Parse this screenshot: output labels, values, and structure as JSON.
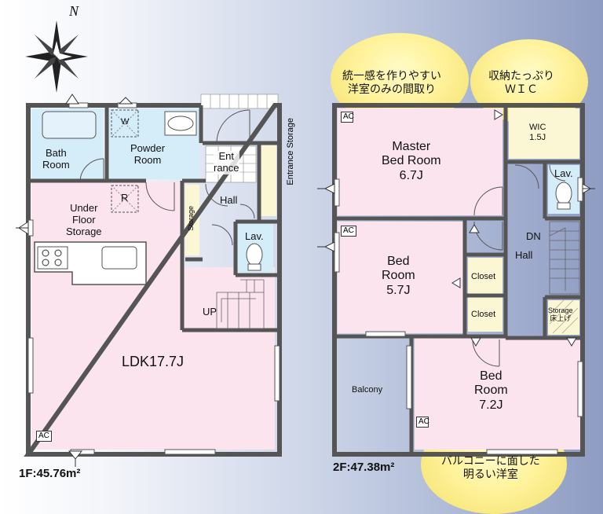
{
  "compass": {
    "label": "N"
  },
  "floor1": {
    "area_label": "1F:45.76m²",
    "rooms": {
      "bath": "Bath\nRoom",
      "powder": "Powder\nRoom",
      "washer_mark": "W",
      "entrance": "Ent\nrance",
      "entrance_storage": "Entrance Storage",
      "hall": "Hall",
      "storage": "Storage",
      "lav": "Lav.",
      "under_floor": "Under\nFloor\nStorage",
      "fridge_mark": "R",
      "ldk": "LDK17.7J",
      "up": "UP",
      "ac": "AC"
    }
  },
  "floor2": {
    "area_label": "2F:47.38m²",
    "rooms": {
      "master": "Master\nBed Room\n6.7J",
      "wic": "WIC\n1.5J",
      "lav": "Lav.",
      "bed1": "Bed\nRoom\n5.7J",
      "closet1": "Closet",
      "closet2": "Closet",
      "dn": "DN",
      "hall": "Hall",
      "storage": "Storage\n床上げ",
      "balcony": "Balcony",
      "bed2": "Bed\nRoom\n7.2J",
      "ac1": "AC",
      "ac2": "AC",
      "ac3": "AC"
    }
  },
  "callouts": {
    "top_left": "統一感を作りやすい\n洋室のみの間取り",
    "top_right": "収納たっぷり\nＷＩＣ",
    "bottom": "バルコニーに面した\n明るい洋室"
  },
  "colors": {
    "wall": "#555555",
    "pink": "#fbe4ee",
    "blue": "#d5ecf9",
    "cream": "#fbf6d4",
    "white": "#ffffff"
  }
}
